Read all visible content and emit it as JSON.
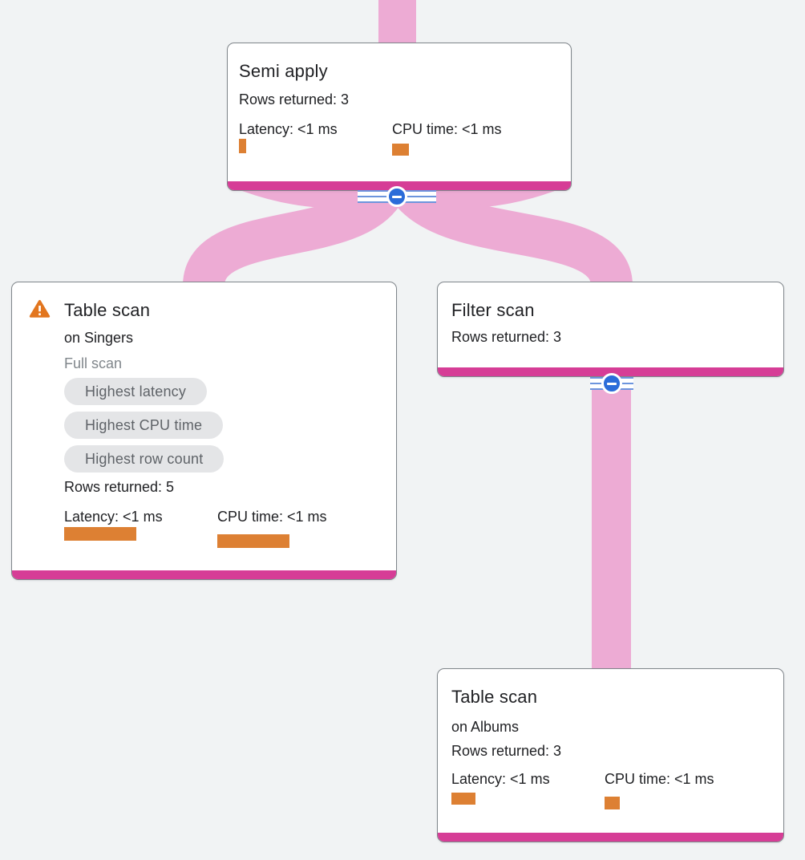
{
  "colors": {
    "background": "#f1f3f4",
    "edge_pink": "#edabd4",
    "node_bottom_bar": "#d63d96",
    "metric_bar_orange": "#dd8033",
    "collapse_blue": "#2b6cd9",
    "collapse_stripe_blue": "#6d95dd",
    "warning_orange": "#e2761f",
    "chip_background": "#e4e5e7",
    "chip_text": "#5f6368",
    "muted_text": "#80868b",
    "text": "#202124",
    "card_border": "#80868b"
  },
  "nodes": {
    "semi_apply": {
      "title": "Semi apply",
      "rows_returned": "Rows returned: 3",
      "latency": {
        "label": "Latency: <1 ms",
        "bar": {
          "w": 9,
          "h": 18,
          "mt": 0
        }
      },
      "cpu": {
        "label": "CPU time: <1 ms",
        "bar": {
          "w": 21,
          "h": 15,
          "mt": 6
        }
      }
    },
    "table_scan_singers": {
      "title": "Table scan",
      "subtitle": "on Singers",
      "scan_type": "Full scan",
      "warning_icon": "warning-triangle",
      "chips": [
        "Highest latency",
        "Highest CPU time",
        "Highest row count"
      ],
      "rows_returned": "Rows returned: 5",
      "latency": {
        "label": "Latency: <1 ms",
        "bar": {
          "w": 90,
          "h": 17,
          "mt": 1
        }
      },
      "cpu": {
        "label": "CPU time: <1 ms",
        "bar": {
          "w": 90,
          "h": 17,
          "mt": 10
        }
      }
    },
    "filter_scan": {
      "title": "Filter scan",
      "rows_returned": "Rows returned: 3"
    },
    "table_scan_albums": {
      "title": "Table scan",
      "subtitle": "on Albums",
      "rows_returned": "Rows returned: 3",
      "latency": {
        "label": "Latency: <1 ms",
        "bar": {
          "w": 30,
          "h": 15,
          "mt": 5
        }
      },
      "cpu": {
        "label": "CPU time: <1 ms",
        "bar": {
          "w": 19,
          "h": 16,
          "mt": 10
        }
      }
    }
  },
  "collapse_button": {
    "icon": "minus"
  }
}
